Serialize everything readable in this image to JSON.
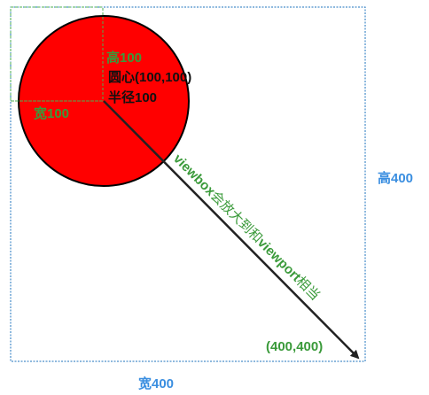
{
  "viewport": {
    "width_label": "宽400",
    "height_label": "高400",
    "corner_label": "(400,400)"
  },
  "viewbox": {
    "width_label": "宽100",
    "height_label": "高100"
  },
  "circle": {
    "center_label": "圆心(100,100)",
    "radius_label": "半径100"
  },
  "arrow": {
    "label_prefix": "viewbox",
    "label_mid1": "会放大到和",
    "label_word": "viewport",
    "label_suffix": "相当"
  },
  "colors": {
    "viewport_border": "#1e73be",
    "viewbox_border": "#4caf50",
    "circle_fill": "#ff0000",
    "green_text": "#3a9a3a",
    "blue_text": "#3a8ee0",
    "arrow": "#222222"
  }
}
